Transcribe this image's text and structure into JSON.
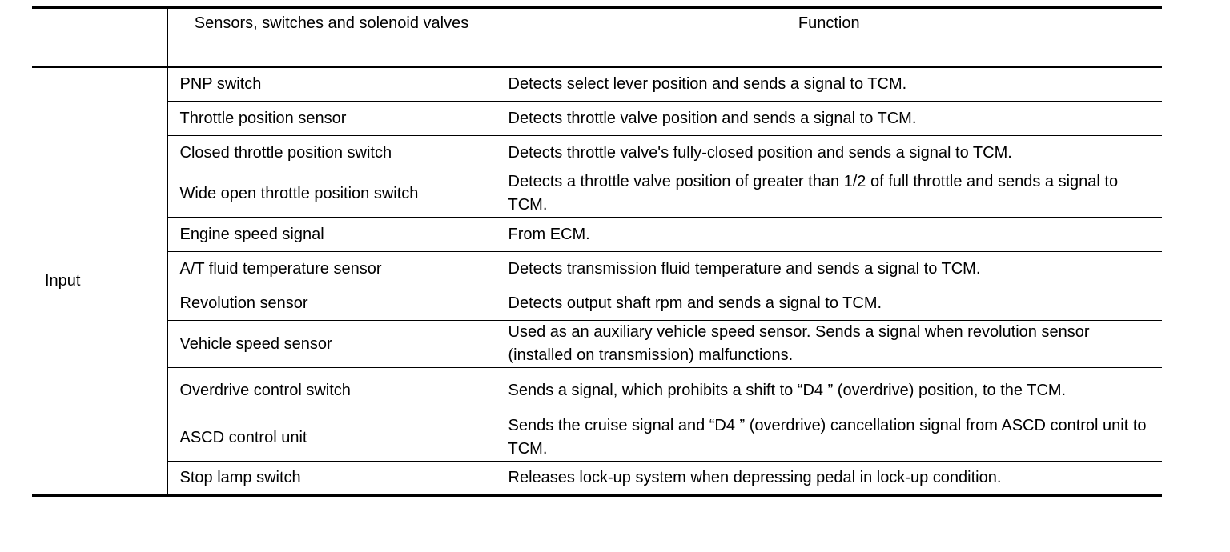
{
  "table": {
    "headers": {
      "col1": "",
      "col2": "Sensors, switches and solenoid valves",
      "col3": "Function"
    },
    "group_label": "Input",
    "rows": [
      {
        "sensor": "PNP switch",
        "function": "Detects select lever position and sends a signal to TCM."
      },
      {
        "sensor": "Throttle position sensor",
        "function": "Detects throttle valve position and sends a signal to TCM."
      },
      {
        "sensor": "Closed throttle position switch",
        "function": "Detects throttle valve's fully-closed position and sends a signal to TCM."
      },
      {
        "sensor": "Wide open throttle position switch",
        "function": "Detects a throttle valve position of greater than 1/2 of full throttle and sends a signal to TCM."
      },
      {
        "sensor": "Engine speed signal",
        "function": "From ECM."
      },
      {
        "sensor": "A/T fluid temperature sensor",
        "function": "Detects transmission fluid temperature and sends a signal to TCM."
      },
      {
        "sensor": "Revolution sensor",
        "function": "Detects output shaft rpm and sends a signal to TCM."
      },
      {
        "sensor": "Vehicle speed sensor",
        "function": "Used as an auxiliary vehicle speed sensor. Sends a signal when revolution sensor (installed on transmission) malfunctions."
      },
      {
        "sensor": "Overdrive control switch",
        "function": "Sends a signal, which prohibits a shift to “D4 ” (overdrive) position, to the TCM."
      },
      {
        "sensor": "ASCD control unit",
        "function": "Sends the cruise signal and “D4 ” (overdrive) cancellation signal from ASCD control unit to TCM."
      },
      {
        "sensor": "Stop lamp switch",
        "function": "Releases lock-up system when depressing pedal in lock-up condition."
      }
    ]
  }
}
